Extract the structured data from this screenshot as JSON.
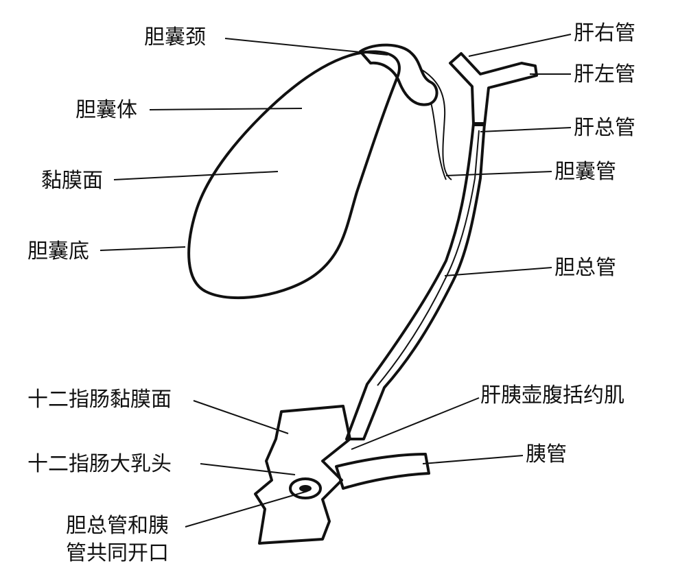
{
  "labels": {
    "neck": "胆囊颈",
    "body": "胆囊体",
    "mucosa": "黏膜面",
    "fundus": "胆囊底",
    "right_hepatic": "肝右管",
    "left_hepatic": "肝左管",
    "common_hepatic": "肝总管",
    "cystic_duct": "胆囊管",
    "common_bile": "胆总管",
    "duodenal_mucosa": "十二指肠黏膜面",
    "papilla": "十二指肠大乳头",
    "opening_line1": "胆总管和胰",
    "opening_line2": "管共同开口",
    "sphincter": "肝胰壶腹括约肌",
    "pancreatic_duct": "胰管"
  },
  "colors": {
    "ink": "#111111",
    "background": "#ffffff"
  }
}
